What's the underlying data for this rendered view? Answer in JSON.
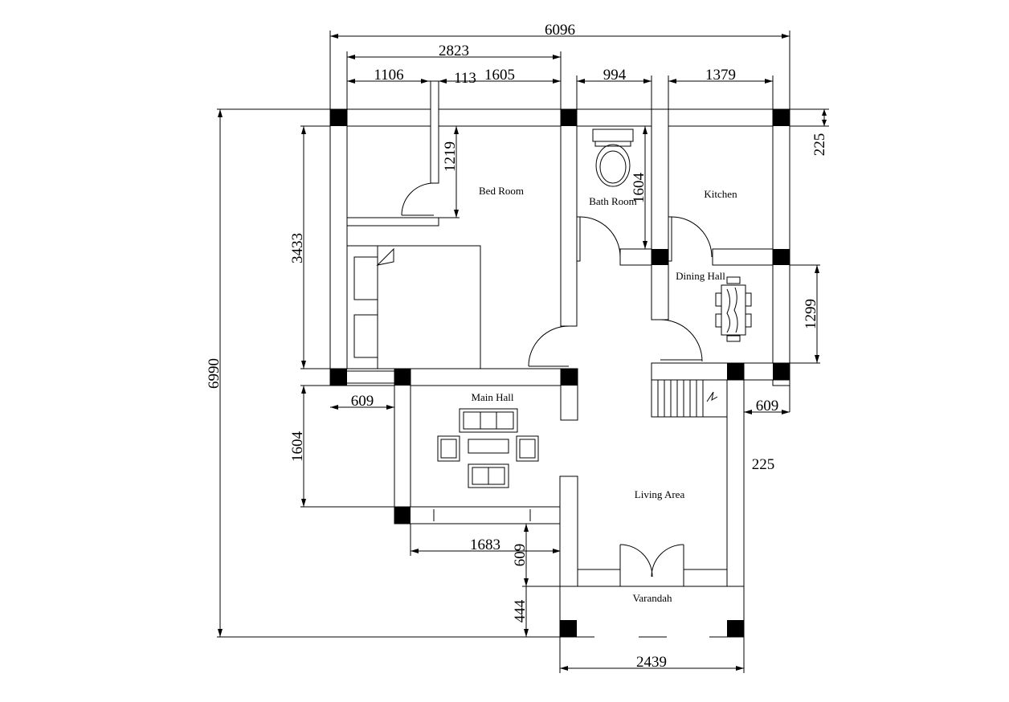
{
  "dimensions": {
    "overall_width": "6096",
    "top_left_span": "2823",
    "top_left_a": "1106",
    "top_left_b": "113",
    "top_left_c": "1605",
    "bath_width": "994",
    "kitchen_width": "1379",
    "right_wall": "225",
    "bed_height": "3433",
    "wardrobe_height": "1219",
    "bath_height": "1604",
    "overall_height": "6990",
    "dining_height": "1299",
    "left_offset": "609",
    "right_offset": "609",
    "right_wall_lower": "225",
    "main_hall_height": "1604",
    "main_hall_width": "1683",
    "porch_step": "609",
    "varandah_depth": "444",
    "varandah_width": "2439"
  },
  "rooms": {
    "bed_room": "Bed Room",
    "bath_room": "Bath Room",
    "kitchen": "Kitchen",
    "dining_hall": "Dining Hall",
    "main_hall": "Main Hall",
    "living_area": "Living Area",
    "varandah": "Varandah"
  }
}
